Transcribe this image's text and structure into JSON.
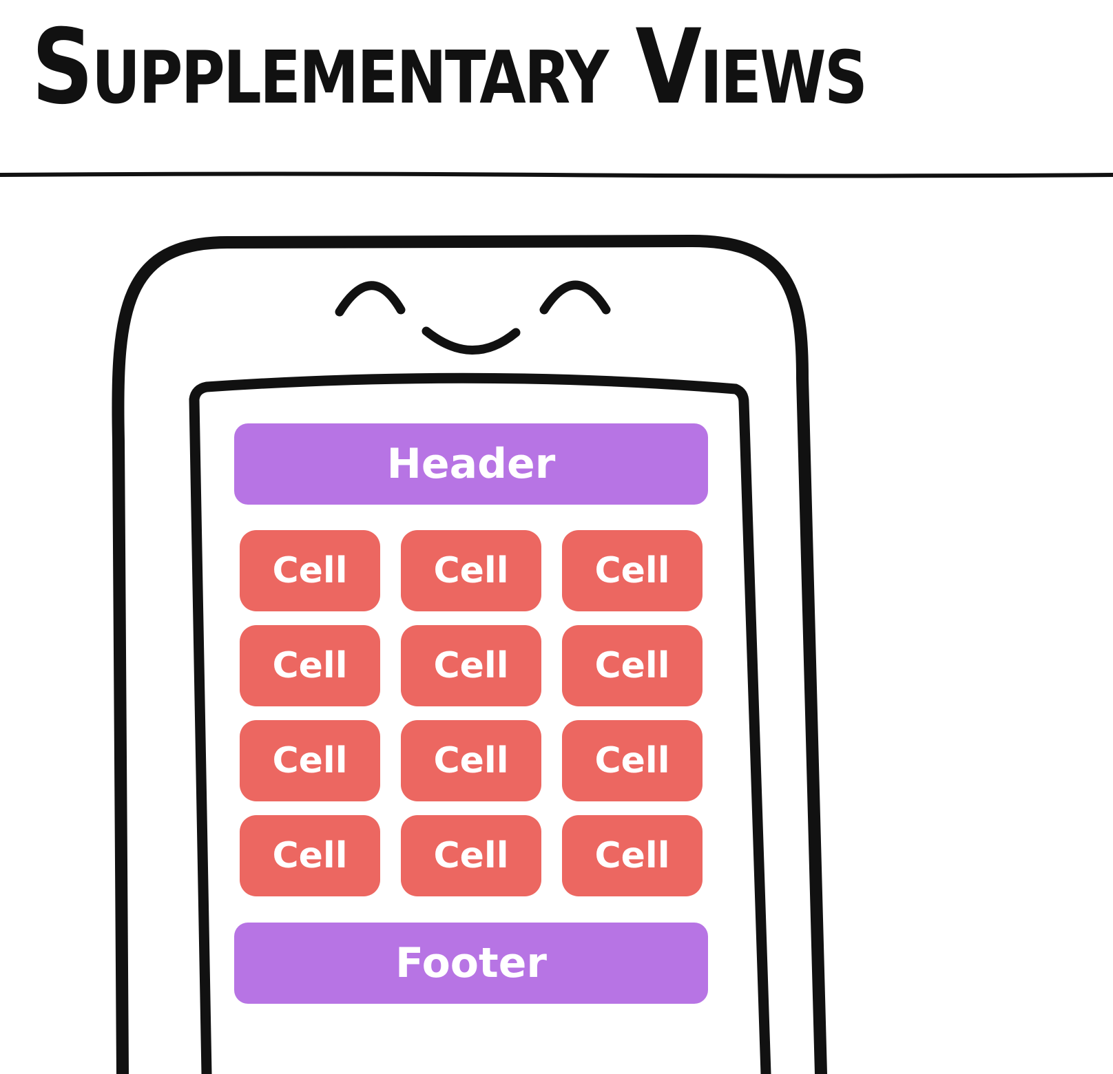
{
  "title": "Supplementary Views",
  "colors": {
    "supplementary": "#B774E4",
    "cell": "#EC6761",
    "ink": "#111111"
  },
  "face": {
    "left_eye": "closed-happy-eye",
    "right_eye": "closed-happy-eye",
    "mouth": "smile"
  },
  "collection": {
    "header_label": "Header",
    "footer_label": "Footer",
    "columns": 3,
    "cells": [
      "Cell",
      "Cell",
      "Cell",
      "Cell",
      "Cell",
      "Cell",
      "Cell",
      "Cell",
      "Cell",
      "Cell",
      "Cell",
      "Cell"
    ]
  }
}
